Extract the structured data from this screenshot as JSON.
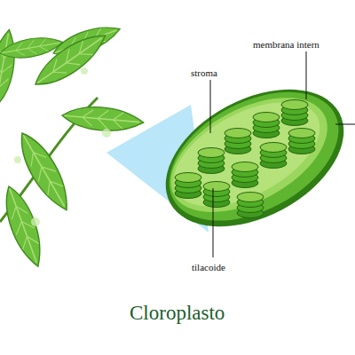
{
  "diagram": {
    "caption": "Cloroplasto",
    "labels": [
      "stroma",
      "membrana intern",
      "tilacoide"
    ]
  }
}
